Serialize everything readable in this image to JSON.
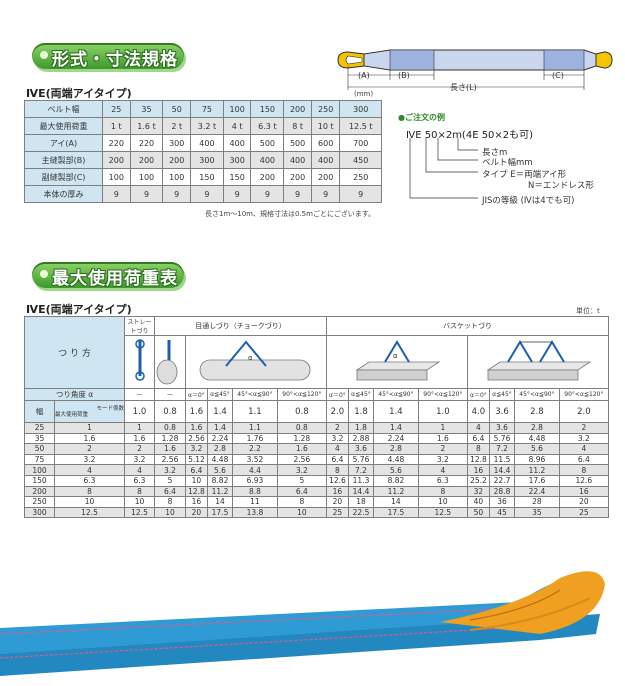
{
  "header1": "形式・寸法規格",
  "header2": "最大使用荷重表",
  "spec_subtitle": "ⅣE(両端アイタイプ)",
  "unit_mm": "(mm)",
  "spec": {
    "headers": [
      "ベルト幅",
      "25",
      "35",
      "50",
      "75",
      "100",
      "150",
      "200",
      "250",
      "300"
    ],
    "rows": [
      [
        "最大使用荷重",
        "1 t",
        "1.6 t",
        "2 t",
        "3.2 t",
        "4 t",
        "6.3 t",
        "8 t",
        "10 t",
        "12.5 t"
      ],
      [
        "アイ(A)",
        "220",
        "220",
        "300",
        "400",
        "400",
        "500",
        "500",
        "600",
        "700"
      ],
      [
        "主縫製部(B)",
        "200",
        "200",
        "200",
        "300",
        "300",
        "400",
        "400",
        "400",
        "450"
      ],
      [
        "副縫製部(C)",
        "100",
        "100",
        "100",
        "150",
        "150",
        "200",
        "200",
        "200",
        "250"
      ],
      [
        "本体の厚み",
        "9",
        "9",
        "9",
        "9",
        "9",
        "9",
        "9",
        "9",
        "9"
      ]
    ],
    "note": "長さ1m〜10m、規格寸法は0.5mごとにございます。"
  },
  "sling_labels": {
    "a": "(A)",
    "b": "(B)",
    "c": "(C)",
    "length": "長さ(L)"
  },
  "order": {
    "title": "●ご注文の例",
    "example": "ⅣE  50×2m(4E  50×2も可)",
    "items": [
      "長さm",
      "ベルト幅mm",
      "タイプ  E＝両端アイ形",
      "N＝エンドレス形",
      "JISの等級 (Ⅳは4でも可)"
    ]
  },
  "load_subtitle": "ⅣE(両端アイタイプ)",
  "unit_t": "単位：t",
  "load": {
    "groups": {
      "straight": "ストレートづり",
      "choke": "目通しづり（チョークづり）",
      "basket": "バスケットづり"
    },
    "hanging": "つ り 方",
    "angle_label": "つり角度 α",
    "angles": [
      "—",
      "—",
      "α＝0°",
      "α≦45°",
      "45°<α≦90°",
      "90°<α≦120°",
      "α＝0°",
      "α≦45°",
      "45°<α≦90°",
      "90°<α≦120°",
      "α＝0°",
      "α≦45°",
      "45°<α≦90°",
      "90°<α≦120°"
    ],
    "width_label": "幅",
    "mode_label": "モード係数",
    "max_load_label": "最大使用荷重",
    "factors": [
      "1.0",
      "0.8",
      "1.6",
      "1.4",
      "1.1",
      "0.8",
      "2.0",
      "1.8",
      "1.4",
      "1.0",
      "4.0",
      "3.6",
      "2.8",
      "2.0"
    ],
    "rows": [
      [
        "25",
        "1",
        "1",
        "0.8",
        "1.6",
        "1.4",
        "1.1",
        "0.8",
        "2",
        "1.8",
        "1.4",
        "1",
        "4",
        "3.6",
        "2.8",
        "2"
      ],
      [
        "35",
        "1.6",
        "1.6",
        "1.28",
        "2.56",
        "2.24",
        "1.76",
        "1.28",
        "3.2",
        "2.88",
        "2.24",
        "1.6",
        "6.4",
        "5.76",
        "4.48",
        "3.2"
      ],
      [
        "50",
        "2",
        "2",
        "1.6",
        "3.2",
        "2.8",
        "2.2",
        "1.6",
        "4",
        "3.6",
        "2.8",
        "2",
        "8",
        "7.2",
        "5.6",
        "4"
      ],
      [
        "75",
        "3.2",
        "3.2",
        "2.56",
        "5.12",
        "4.48",
        "3.52",
        "2.56",
        "6.4",
        "5.76",
        "4.48",
        "3.2",
        "12.8",
        "11.5",
        "8.96",
        "6.4"
      ],
      [
        "100",
        "4",
        "4",
        "3.2",
        "6.4",
        "5.6",
        "4.4",
        "3.2",
        "8",
        "7.2",
        "5.6",
        "4",
        "16",
        "14.4",
        "11.2",
        "8"
      ],
      [
        "150",
        "6.3",
        "6.3",
        "5",
        "10",
        "8.82",
        "6.93",
        "5",
        "12.6",
        "11.3",
        "8.82",
        "6.3",
        "25.2",
        "22.7",
        "17.6",
        "12.6"
      ],
      [
        "200",
        "8",
        "8",
        "6.4",
        "12.8",
        "11.2",
        "8.8",
        "6.4",
        "16",
        "14.4",
        "11.2",
        "8",
        "32",
        "28.8",
        "22.4",
        "16"
      ],
      [
        "250",
        "10",
        "10",
        "8",
        "16",
        "14",
        "11",
        "8",
        "20",
        "18",
        "14",
        "10",
        "40",
        "36",
        "28",
        "20"
      ],
      [
        "300",
        "12.5",
        "12.5",
        "10",
        "20",
        "17.5",
        "13.8",
        "10",
        "25",
        "22.5",
        "17.5",
        "12.5",
        "50",
        "45",
        "35",
        "25"
      ]
    ]
  },
  "colors": {
    "header_green": "#3c9a2a",
    "table_blue": "#cfe5f1",
    "sling_blue": "#35a7d9",
    "eye_orange": "#f0a020"
  }
}
